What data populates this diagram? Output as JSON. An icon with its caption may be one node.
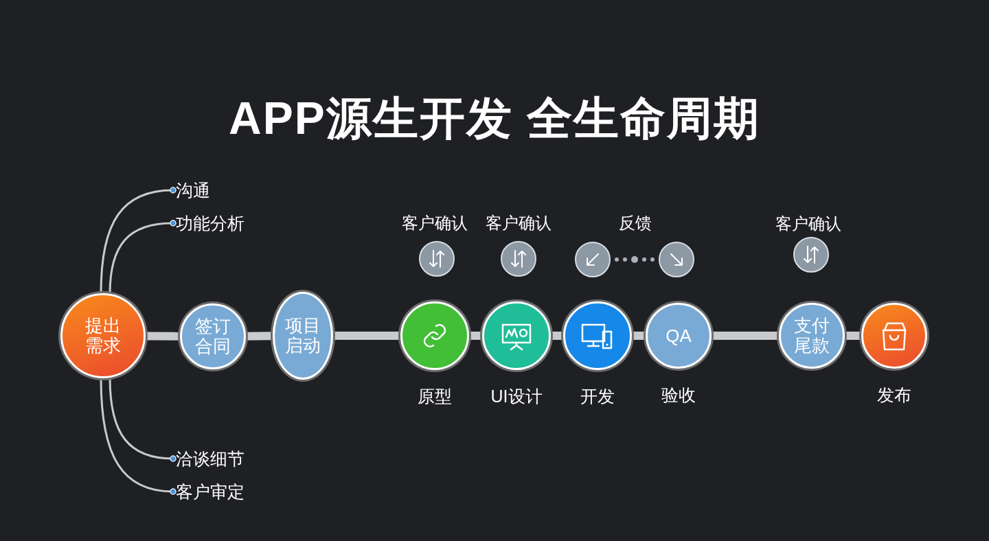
{
  "diagram": {
    "title": "APP源生开发 全生命周期",
    "nodes": [
      {
        "text": [
          "提出需求"
        ]
      },
      {
        "text": [
          "签订合同"
        ]
      },
      {
        "text": [
          "项目启动"
        ]
      },
      {
        "text": [
          "原型"
        ]
      },
      {
        "text": [
          "UI设计"
        ]
      },
      {
        "text": [
          "开发"
        ]
      },
      {
        "text": [
          "QA",
          "验收"
        ]
      },
      {
        "text": [
          "支付尾款"
        ]
      },
      {
        "text": [
          "发布"
        ]
      },
      {
        "text": [
          "沟通"
        ]
      },
      {
        "text": [
          "功能分析"
        ]
      },
      {
        "text": [
          "洽谈细节"
        ]
      },
      {
        "text": [
          "客户审定"
        ]
      }
    ],
    "edges": [
      {
        "from": 0,
        "to": 1,
        "arrow": "none"
      },
      {
        "from": 1,
        "to": 2,
        "arrow": "none"
      },
      {
        "from": 2,
        "to": 3,
        "arrow": "none"
      },
      {
        "from": 3,
        "to": 4,
        "arrow": "none"
      },
      {
        "from": 4,
        "to": 5,
        "arrow": "none"
      },
      {
        "from": 5,
        "to": 6,
        "arrow": "none"
      },
      {
        "from": 6,
        "to": 7,
        "arrow": "none"
      },
      {
        "from": 7,
        "to": 8,
        "arrow": "none"
      },
      {
        "from": 0,
        "to": 9,
        "arrow": "other"
      },
      {
        "from": 0,
        "to": 10,
        "arrow": "other"
      },
      {
        "from": 0,
        "to": 11,
        "arrow": "other"
      },
      {
        "from": 0,
        "to": 12,
        "arrow": "other"
      }
    ],
    "labels": [
      "客户确认",
      "客户确认",
      "反馈",
      "客户确认"
    ]
  }
}
